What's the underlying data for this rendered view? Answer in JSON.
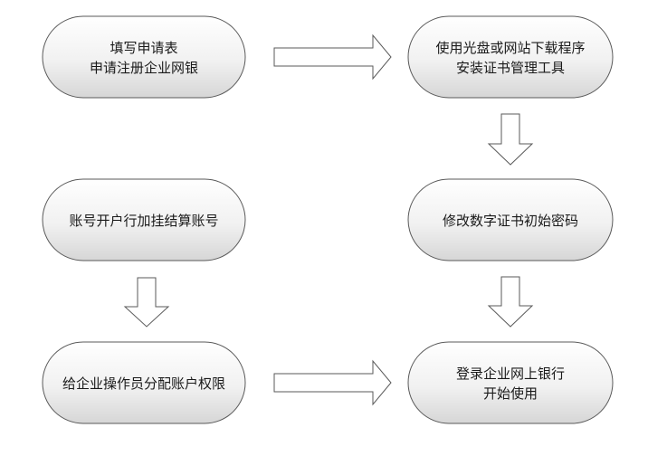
{
  "flowchart": {
    "steps": [
      {
        "id": "fill-form",
        "lines": [
          "填写申请表",
          "申请注册企业网银"
        ]
      },
      {
        "id": "install-tool",
        "lines": [
          "使用光盘或网站下载程序",
          "安装证书管理工具"
        ]
      },
      {
        "id": "change-password",
        "lines": [
          "修改数字证书初始密码"
        ]
      },
      {
        "id": "bind-account",
        "lines": [
          "账号开户行加挂结算账号"
        ]
      },
      {
        "id": "assign-permissions",
        "lines": [
          "给企业操作员分配账户权限"
        ]
      },
      {
        "id": "login-bank",
        "lines": [
          "登录企业网上银行",
          "开始使用"
        ]
      }
    ],
    "colors": {
      "box_top": "#ffffff",
      "box_bottom": "#d6d6d6",
      "border": "#5a5a5a",
      "arrow_fill": "#ffffff",
      "text": "#1a1a1a"
    }
  }
}
